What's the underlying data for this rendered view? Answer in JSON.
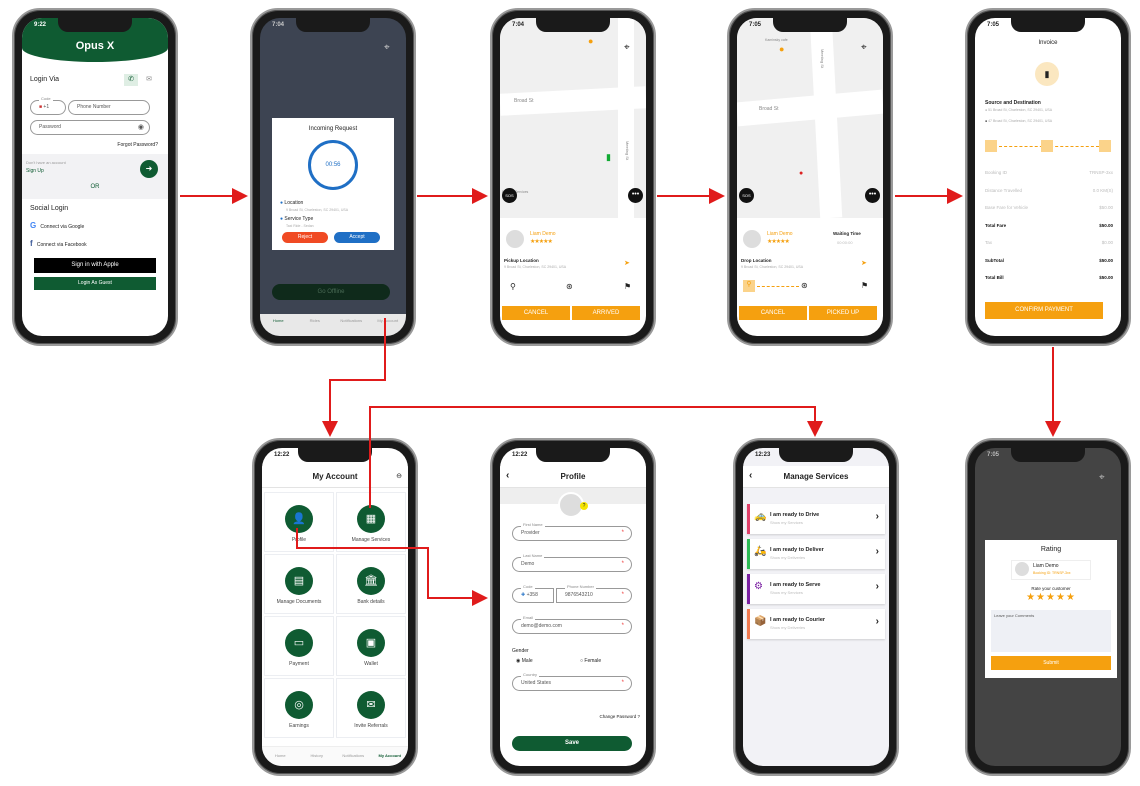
{
  "colors": {
    "brand_green": "#0f5b32",
    "accent_orange": "#f5a00f",
    "arrow_red": "#e01b1b",
    "accept_blue": "#1f6fc5",
    "reject_red": "#f04a23"
  },
  "login": {
    "time": "9:22",
    "logo": "Opus X",
    "login_via": "Login Via",
    "code_label": "Code",
    "code": "+1",
    "phone_placeholder": "Phone Number",
    "password_placeholder": "Password",
    "forgot": "Forgot Password?",
    "no_account": "Don't have an account",
    "sign_up": "Sign Up",
    "or": "OR",
    "social_login": "Social Login",
    "google": "Connect via Google",
    "facebook": "Connect via Facebook",
    "apple": "Sign in with Apple",
    "guest": "Login As Guest"
  },
  "incoming": {
    "time": "7:04",
    "title": "Incoming Request",
    "timer": "00:56",
    "location_label": "Location",
    "location_value": "9 Broad St, Charleston, SC 29401, USA",
    "service_label": "Service Type",
    "service_value": "Taxi Ride - Sedan",
    "reject": "Reject",
    "accept": "Accept",
    "go_offline": "Go Offline",
    "tabs": [
      "Home",
      "Rides",
      "Notifications",
      "My Account"
    ]
  },
  "arrived": {
    "time": "7:04",
    "street": "Broad St",
    "street2": "Meeting St",
    "place": "Funeral Services",
    "sos": "SOS",
    "name": "Liam Demo",
    "stars": "★★★★★",
    "pickup_label": "Pickup Location",
    "pickup_value": "9 Broad St, Charleston, SC 29401, USA",
    "cancel": "CANCEL",
    "arrived": "ARRIVED"
  },
  "pickedup": {
    "time": "7:05",
    "place": "Kaminsky cafe",
    "street": "Broad St",
    "street2": "Meeting St",
    "sos": "SOS",
    "name": "Liam Demo",
    "stars": "★★★★★",
    "waiting_label": "Waiting Time",
    "waiting_value": "00:00:00",
    "drop_label": "Drop Location",
    "drop_value": "9 Broad St, Charleston, SC 29401, USA",
    "cancel": "CANCEL",
    "picked_up": "PICKED UP"
  },
  "invoice": {
    "time": "7:05",
    "title": "Invoice",
    "source_dest": "Source and Destination",
    "source": "51 Broad St, Charleston, SC 29401, USA",
    "dest": "47 Broad St, Charleston, SC 29401, USA",
    "rows": [
      {
        "label": "Booking ID",
        "value": "TRNSP-3xx",
        "bold": false
      },
      {
        "label": "Distance Travelled",
        "value": "0.0 KM(S)",
        "bold": false
      },
      {
        "label": "Base Fare for Vehicle",
        "value": "$50.00",
        "bold": false
      },
      {
        "label": "Total Fare",
        "value": "$50.00",
        "bold": true
      },
      {
        "label": "Tax",
        "value": "$0.00",
        "bold": false
      },
      {
        "label": "SubTotal",
        "value": "$50.00",
        "bold": true
      },
      {
        "label": "Total Bill",
        "value": "$50.00",
        "bold": true
      }
    ],
    "confirm": "CONFIRM PAYMENT"
  },
  "account": {
    "time": "12:22",
    "title": "My Account",
    "tiles": [
      {
        "label": "Profile",
        "icon": "👤"
      },
      {
        "label": "Manage Services",
        "icon": "▦"
      },
      {
        "label": "Manage Documents",
        "icon": "▤"
      },
      {
        "label": "Bank details",
        "icon": "🏛"
      },
      {
        "label": "Payment",
        "icon": "▭"
      },
      {
        "label": "Wallet",
        "icon": "▣"
      },
      {
        "label": "Earnings",
        "icon": "◎"
      },
      {
        "label": "Invite Referrals",
        "icon": "✉"
      }
    ],
    "tabs": [
      "Home",
      "History",
      "Notifications",
      "My Account"
    ]
  },
  "profile": {
    "time": "12:22",
    "title": "Profile",
    "first_name_label": "First Name",
    "first_name": "Provider",
    "last_name_label": "Last Name",
    "last_name": "Demo",
    "code_label": "Code",
    "code": "+358",
    "phone_label": "Phone Number",
    "phone": "9876543210",
    "email_label": "Email",
    "email": "demo@demo.com",
    "gender_label": "Gender",
    "male": "Male",
    "female": "Female",
    "country_label": "Country",
    "country": "United States",
    "change_password": "Change Password ?",
    "save": "Save"
  },
  "services": {
    "time": "12:23",
    "title": "Manage Services",
    "items": [
      {
        "title": "I am ready to Drive",
        "sub": "Show my Services",
        "color": "#e0406a",
        "icon": "🚕"
      },
      {
        "title": "I am ready to Deliver",
        "sub": "Show my Deliveries",
        "color": "#2dbb55",
        "icon": "🛵"
      },
      {
        "title": "I am ready to Serve",
        "sub": "Show my Services",
        "color": "#7a1fa2",
        "icon": "⚙"
      },
      {
        "title": "I am ready to Courier",
        "sub": "Show my Deliveries",
        "color": "#f07a50",
        "icon": "📦"
      }
    ]
  },
  "rating": {
    "time": "7:05",
    "title": "Rating",
    "name": "Liam Demo",
    "booking": "Booking ID: TRNSP-3xx",
    "rate_label": "Rate your customer",
    "stars": "★★★★★",
    "comments_placeholder": "Leave your Comments",
    "submit": "Submit"
  }
}
